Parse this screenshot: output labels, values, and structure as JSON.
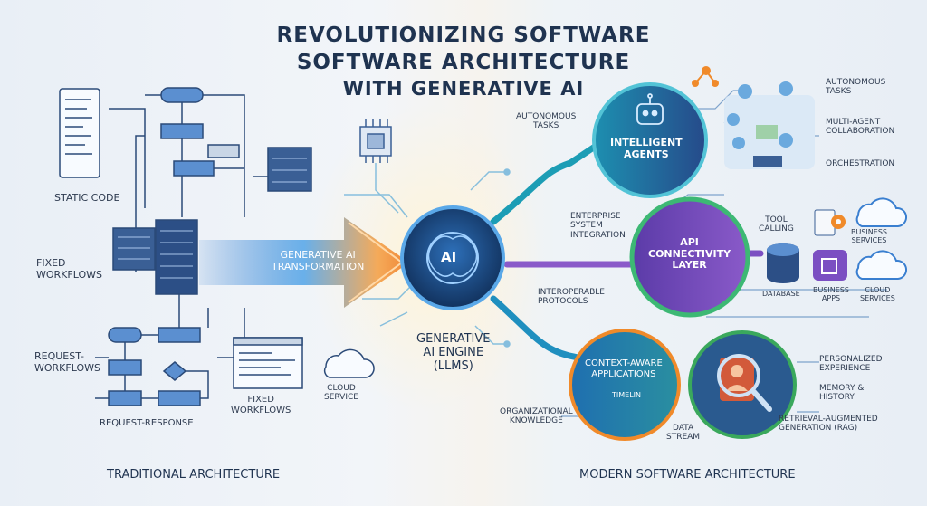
{
  "title": {
    "line1": "REVOLUTIONIZING SOFTWARE",
    "line2": "SOFTWARE ARCHITECTURE",
    "line3": "WITH GENERATIVE AI"
  },
  "traditional": {
    "static_code": "STATIC CODE",
    "fixed_workflows_left": "FIXED\nWORKFLOWS",
    "request_workflows": "REQUEST-\nWORKFLOWS",
    "request_response": "REQUEST-RESPONSE",
    "fixed_workflows_bottom": "FIXED\nWORKFLOWS",
    "cloud_service": "CLOUD\nSERVICE",
    "section_label": "TRADITIONAL ARCHITECTURE"
  },
  "transformation": {
    "arrow_label": "GENERATIVE AI\nTRANSFORMATION",
    "core_label": "AI",
    "engine_label": "GENERATIVE\nAI ENGINE\n(LLMs)"
  },
  "modern": {
    "autonomous_tasks_left": "AUTONOMOUS\nTASKS",
    "intelligent_agents": "INTELLIGENT\nAGENTS",
    "autonomous_tasks_right": "AUTONOMOUS\nTASKS",
    "multi_agent": "MULTI-AGENT\nCOLLABORATION",
    "orchestration": "ORCHESTRATION",
    "enterprise": "ENTERPRISE\nSYSTEM\nINTEGRATION",
    "api_layer": "API\nCONNECTIVITY\nLAYER",
    "tool_calling": "TOOL\nCALLING",
    "business_services": "BUSINESS\nSERVICES",
    "database": "DATABASE",
    "business_apps": "BUSINESS\nAPPS",
    "cloud_services": "CLOUD\nSERVICES",
    "interoperable": "INTEROPERABLE\nPROTOCOLS",
    "context_aware": "CONTEXT-AWARE\nAPPLICATIONS",
    "timeline": "TIMELIN",
    "personalized": "PERSONALIZED\nEXPERIENCE",
    "memory": "MEMORY &\nHISTORY",
    "rag": "RETRIEVAL-AUGMENTED\nGENERATION (RAG)",
    "org_knowledge": "ORGANIZATIONAL\nKNOWLEDGE",
    "data_stream": "DATA\nSTREAM",
    "section_label": "MODERN SOFTWARE ARCHITECTURE"
  },
  "colors": {
    "navy": "#1f3350",
    "blue": "#2b5fa8",
    "teal": "#1fa6b5",
    "purple": "#7b4fc2",
    "green": "#3aa85c",
    "orange": "#f08a2a"
  },
  "icons": [
    "code-file-icon",
    "server-rack-icon",
    "chip-icon",
    "brain-icon",
    "robot-icon",
    "database-icon",
    "cloud-icon",
    "app-cube-icon",
    "gear-icon",
    "search-person-icon"
  ]
}
